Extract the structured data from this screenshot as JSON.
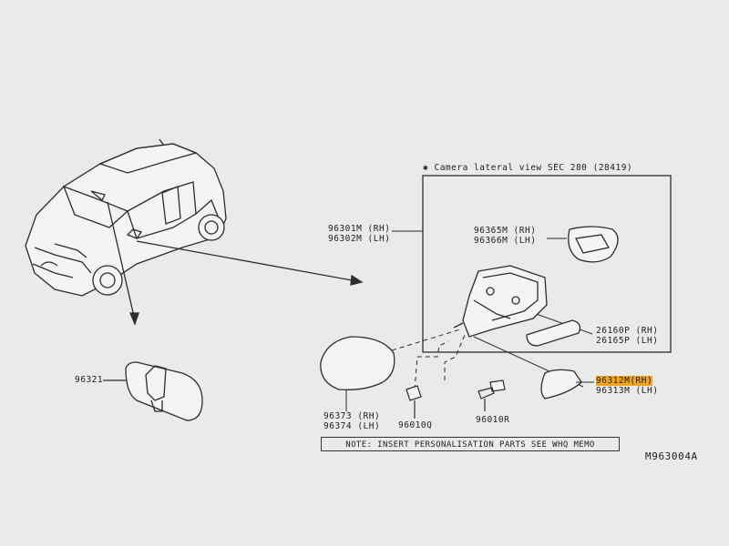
{
  "inset": {
    "title": "Camera lateral view SEC 280 (28419)",
    "marker": "✱"
  },
  "parts": {
    "p96301": [
      "96301M (RH)",
      "96302M (LH)"
    ],
    "p96365": [
      "96365M (RH)",
      "96366M (LH)"
    ],
    "p26160": [
      "26160P (RH)",
      "26165P (LH)"
    ],
    "p96312_top": "96312M",
    "p96312_top_suffix": "(RH)",
    "p96312_bottom": "96313M (LH)",
    "p96373": [
      "96373 (RH)",
      "96374 (LH)"
    ],
    "p96321": "96321",
    "p96010q": "96010Q",
    "p96010r": "96010R"
  },
  "note": "NOTE: INSERT PERSONALISATION PARTS SEE WHQ MEMO",
  "figure_code": "M963004A",
  "colors": {
    "highlight": "#f6a31c",
    "paper": "#e9ebe8",
    "ink": "#222222"
  }
}
